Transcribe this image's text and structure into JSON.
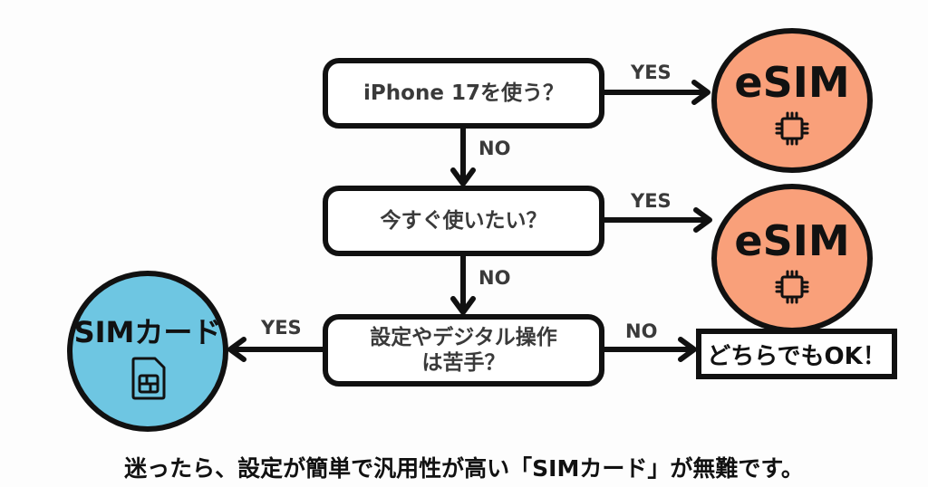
{
  "flowchart": {
    "questions": [
      {
        "id": "q1",
        "text": "iPhone 17を使う？"
      },
      {
        "id": "q2",
        "text": "今すぐ使いたい？"
      },
      {
        "id": "q3",
        "line1": "設定やデジタル操作",
        "line2": "は苦手？"
      }
    ],
    "edges": {
      "q1_yes": "YES",
      "q1_no": "NO",
      "q2_yes": "YES",
      "q2_no": "NO",
      "q3_yes": "YES",
      "q3_no": "NO"
    },
    "outcomes": {
      "esim_1": {
        "label": "eSIM",
        "icon": "chip-icon",
        "color": "#f9a07a"
      },
      "esim_2": {
        "label": "eSIM",
        "icon": "chip-icon",
        "color": "#f9a07a"
      },
      "sim_card": {
        "label": "SIMカード",
        "icon": "sim-card-icon",
        "color": "#6ec6e2"
      },
      "either": {
        "label": "どちらでもOK！"
      }
    },
    "footer": "迷ったら、設定が簡単で汎用性が高い「SIMカード」が無難です。"
  }
}
